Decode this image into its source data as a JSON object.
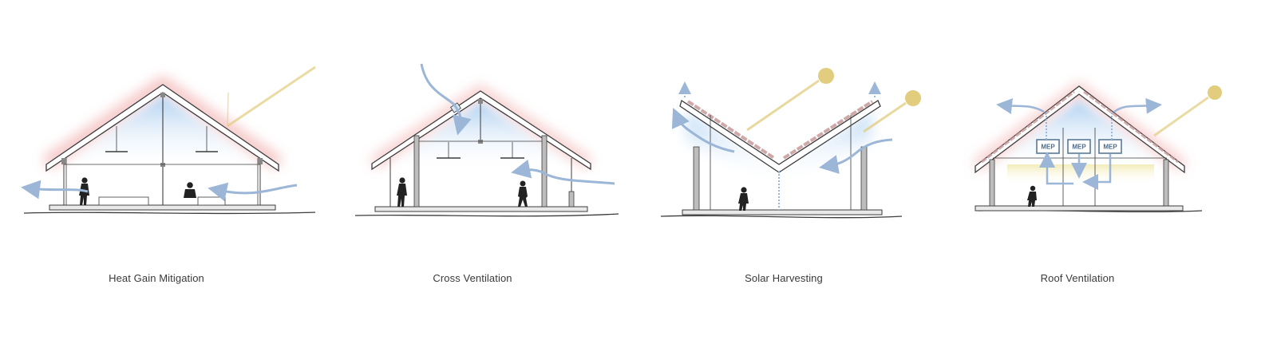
{
  "panels": [
    {
      "caption": "Heat Gain Mitigation"
    },
    {
      "caption": "Cross Ventilation"
    },
    {
      "caption": "Solar Harvesting"
    },
    {
      "caption": "Roof Ventilation",
      "mep_labels": [
        "MEP",
        "MEP",
        "MEP"
      ]
    }
  ],
  "colors": {
    "line": "#3c3c3c",
    "airflow": "#9cb6d8",
    "cool_glow": "#bcd8f2",
    "heat_glow": "#f3b4b4",
    "sun": "#e2cc7e",
    "mep_box": "#5a7a98"
  }
}
